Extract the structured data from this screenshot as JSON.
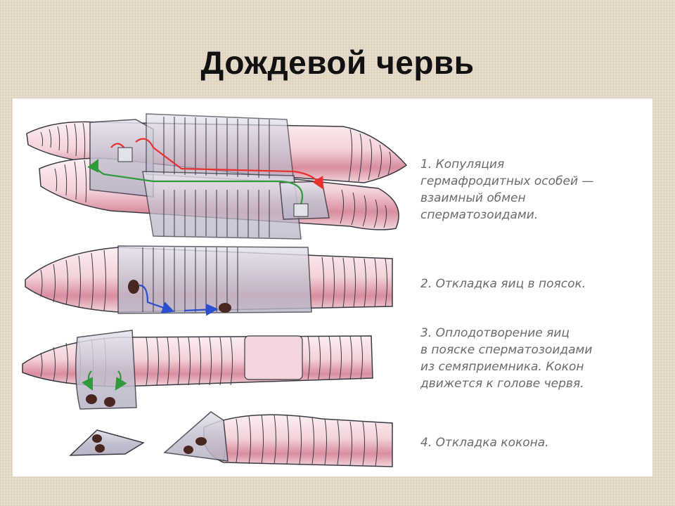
{
  "title": "Дождевой червь",
  "steps": [
    {
      "label": "1. Копуляция\nгермафродитных особей —\nвзаимный обмен\nсперматозоидами."
    },
    {
      "label": "2. Откладка яиц в поясок."
    },
    {
      "label": "3. Оплодотворение яиц\nв пояске сперматозоидами\nиз семяприемника. Кокон\nдвижется к голове червя."
    },
    {
      "label": "4. Откладка кокона."
    }
  ],
  "colors": {
    "worm_light": "#f6dde3",
    "worm_pink": "#d98d9e",
    "clitellum": "#c9c6d4",
    "outline": "#3a3a44",
    "egg": "#4a2620",
    "arrow_red": "#e8302f",
    "arrow_green": "#2e9a3a",
    "arrow_blue": "#2a4fd0"
  }
}
